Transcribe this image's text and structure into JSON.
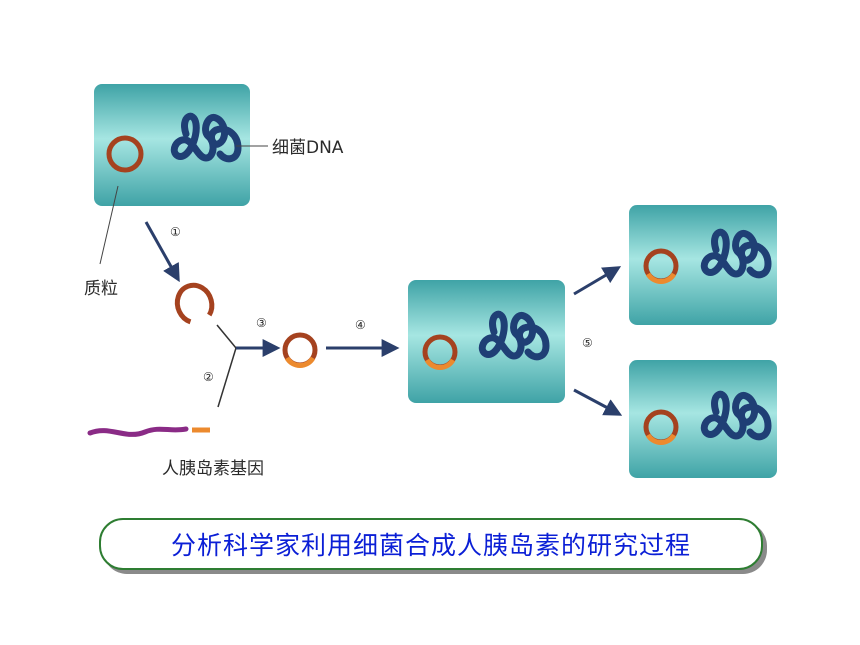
{
  "labels": {
    "bacterial_dna": "细菌DNA",
    "plasmid": "质粒",
    "insulin_gene": "人胰岛素基因"
  },
  "steps": [
    "①",
    "②",
    "③",
    "④",
    "⑤"
  ],
  "caption": "分析科学家利用细菌合成人胰岛素的研究过程",
  "colors": {
    "cell_center": "#9fe3e0",
    "cell_edge": "#3fa3a6",
    "plasmid": "#a5421f",
    "insulin_segment": "#ec8a2e",
    "dna": "#1f3f75",
    "arrow": "#2b3f6b",
    "gene_strand": "#8a2b86",
    "caption_text": "#0b1fd6",
    "caption_border": "#2e7d32"
  }
}
